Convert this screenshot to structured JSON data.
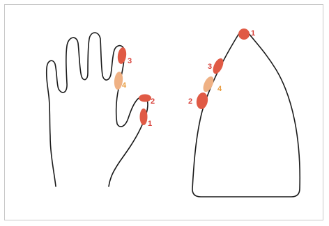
{
  "colors": {
    "frame_border": "#c8c8c8",
    "outline": "#1a1a1a",
    "contact_red": "#e05a45",
    "contact_orange": "#efb184",
    "label_red": "#d8413a",
    "label_orange": "#e89a3c"
  },
  "hand": {
    "points": [
      {
        "label": "3",
        "kind": "red"
      },
      {
        "label": "4",
        "kind": "orange"
      },
      {
        "label": "2",
        "kind": "red"
      },
      {
        "label": "1",
        "kind": "red"
      }
    ]
  },
  "iron": {
    "points": [
      {
        "label": "1",
        "kind": "red"
      },
      {
        "label": "3",
        "kind": "red"
      },
      {
        "label": "4",
        "kind": "orange"
      },
      {
        "label": "2",
        "kind": "red"
      }
    ]
  }
}
